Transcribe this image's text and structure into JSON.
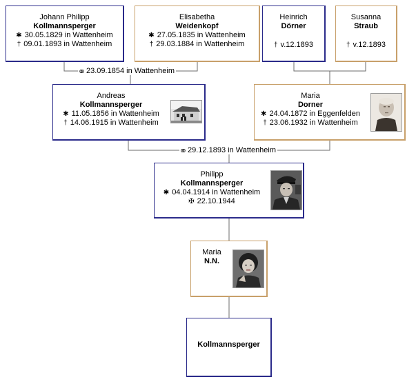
{
  "persons": {
    "johann": {
      "given": "Johann Philipp",
      "surname": "Kollmannsperger",
      "birth": "30.05.1829 in Wattenheim",
      "death": "09.01.1893 in Wattenheim"
    },
    "elisabetha": {
      "given": "Elisabetha",
      "surname": "Weidenkopf",
      "birth": "27.05.1835 in Wattenheim",
      "death": "29.03.1884 in Wattenheim"
    },
    "heinrich": {
      "given": "Heinrich",
      "surname": "Dörner",
      "death": "v.12.1893"
    },
    "susanna": {
      "given": "Susanna",
      "surname": "Straub",
      "death": "v.12.1893"
    },
    "andreas": {
      "given": "Andreas",
      "surname": "Kollmannsperger",
      "birth": "11.05.1856 in Wattenheim",
      "death": "14.06.1915 in Wattenheim"
    },
    "maria_dorner": {
      "given": "Maria",
      "surname": "Dorner",
      "birth": "24.04.1872 in Eggenfelden",
      "death": "23.06.1932 in Wattenheim"
    },
    "philipp": {
      "given": "Philipp",
      "surname": "Kollmannsperger",
      "birth": "04.04.1914 in Wattenheim",
      "fallen": "22.10.1944"
    },
    "maria_nn": {
      "given": "Maria",
      "surname": "N.N."
    },
    "child": {
      "surname": "Kollmannsperger"
    }
  },
  "marriages": {
    "m1": "23.09.1854 in Wattenheim",
    "m2": "29.12.1893 in Wattenheim"
  },
  "symbols": {
    "birth": "✱",
    "death": "†",
    "fallen": "✠",
    "marriage": "oo"
  },
  "colors": {
    "male_border": "#2a2a8a",
    "female_border": "#c8a06a",
    "line": "#6b6b6b"
  }
}
